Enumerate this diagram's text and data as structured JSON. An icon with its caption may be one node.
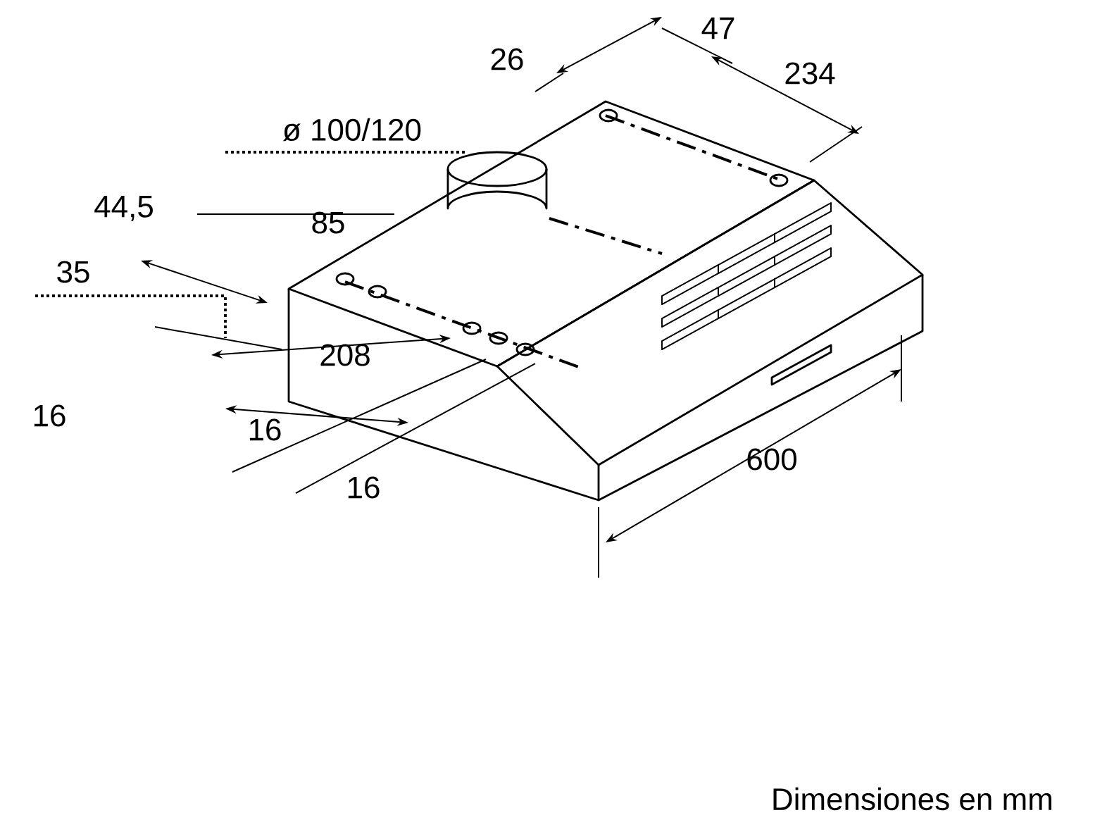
{
  "diagram": {
    "caption": "Dimensiones en mm",
    "labels": [
      "47",
      "26",
      "234",
      "ø 100/120",
      "44,5",
      "85",
      "35",
      "208",
      "16",
      "16",
      "600",
      "16"
    ]
  }
}
